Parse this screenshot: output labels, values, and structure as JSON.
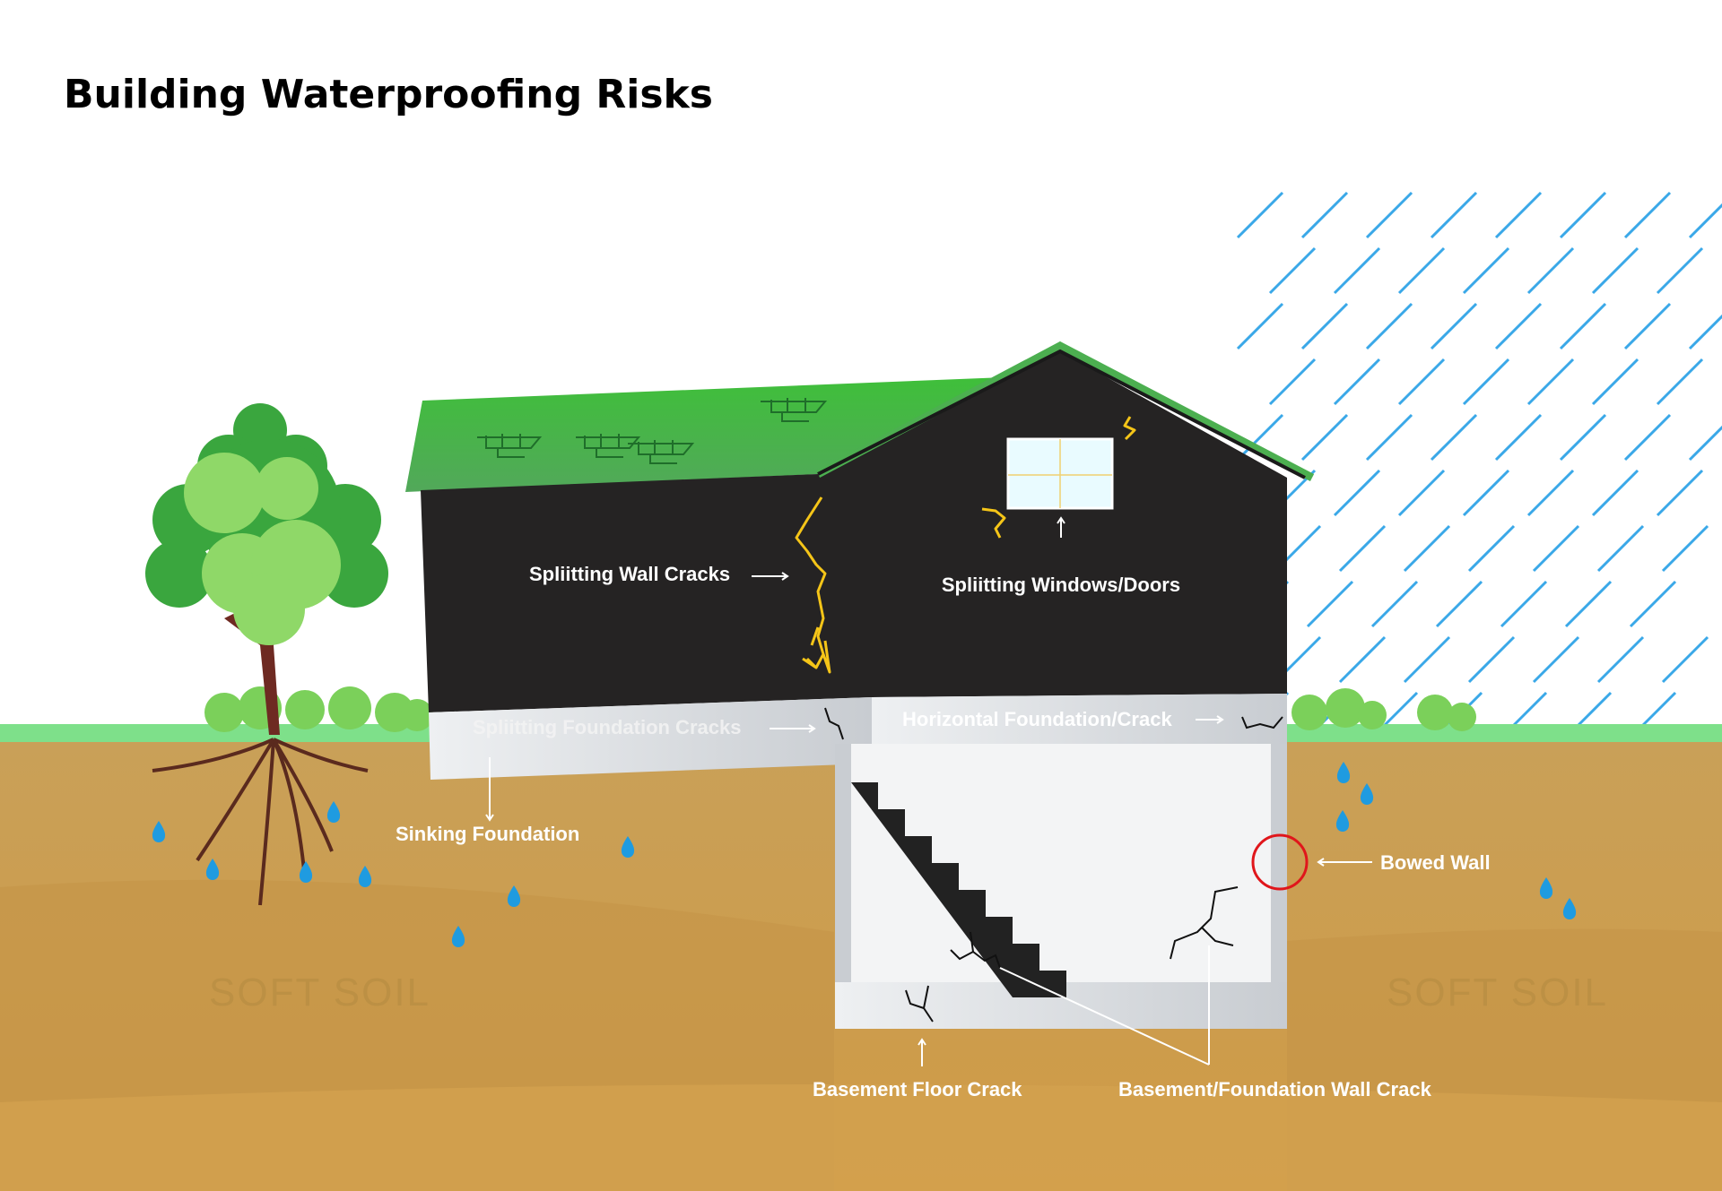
{
  "title": "Building Waterproofing Risks",
  "labels": {
    "wall_cracks": "Spliitting Wall Cracks",
    "windows_doors": "Spliitting Windows/Doors",
    "foundation_cracks": "Spliitting Foundation Cracks",
    "horizontal_crack": "Horizontal Foundation/Crack",
    "sinking_foundation": "Sinking Foundation",
    "bowed_wall": "Bowed Wall",
    "basement_floor_crack": "Basement Floor Crack",
    "basement_wall_crack": "Basement/Foundation Wall Crack",
    "soft_soil_left": "SOFT SOIL",
    "soft_soil_right": "SOFT SOIL"
  },
  "colors": {
    "roof": "#3cb43c",
    "wall": "#252323",
    "soil": "#c9a055",
    "grass": "#7ee08a",
    "rain": "#3aa8e8",
    "crack": "#f5c518",
    "alert": "#e0161b"
  }
}
